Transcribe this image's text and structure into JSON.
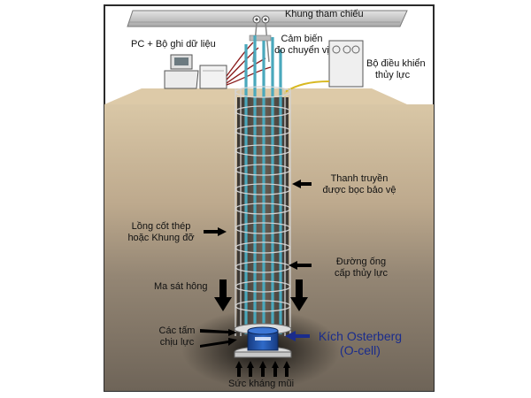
{
  "labels": {
    "reference_beam": "Khung tham chiếu",
    "pc_logger": "PC + Bộ ghi dữ liệu",
    "sensor_line1": "Cảm biến",
    "sensor_line2": "đo chuyển vị",
    "hydraulic_ctrl_line1": "Bộ điều khiển",
    "hydraulic_ctrl_line2": "thủy lực",
    "rod_line1": "Thanh truyền",
    "rod_line2": "được bọc bảo vệ",
    "cage_line1": "Lồng cốt thép",
    "cage_line2": "hoặc Khung đỡ",
    "pipe_line1": "Đường ống",
    "pipe_line2": "cấp thủy lực",
    "skin_friction": "Ma sát hông",
    "plates_line1": "Các tấm",
    "plates_line2": "chịu lực",
    "ocell_line1": "Kích Osterberg",
    "ocell_line2": "(O-cell)",
    "tip_resistance": "Sức kháng mũi"
  },
  "colors": {
    "border": "#2b2b2b",
    "ground_surface": "#d8c4a4",
    "soil_upper": "#c9b79c",
    "soil_lower": "#8a7e70",
    "beam": "#c8c8c8",
    "rods": "#5fb6c8",
    "cage": "#d8d8d8",
    "ocell": "#1f4fa0",
    "ocell_label": "#1a2c8c",
    "cables": "#8a1a1a",
    "hydraulic_line": "#e0c020"
  }
}
